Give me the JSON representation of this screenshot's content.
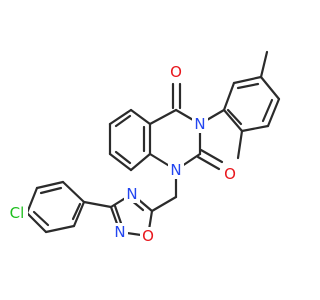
{
  "molecule": {
    "atoms": {
      "o_carbonyl_c4": {
        "symbol": "O",
        "color": "#e8161c"
      },
      "o_carbonyl_c2": {
        "symbol": "O",
        "color": "#e8161c"
      },
      "n3_quinazoline": {
        "symbol": "N",
        "color": "#2346f0"
      },
      "n1_quinazoline": {
        "symbol": "N",
        "color": "#2346f0"
      },
      "n_oxadiazole_4": {
        "symbol": "N",
        "color": "#2346f0"
      },
      "n_oxadiazole_2": {
        "symbol": "N",
        "color": "#2346f0"
      },
      "o_oxadiazole": {
        "symbol": "O",
        "color": "#e8161c"
      },
      "cl_chlorophenyl": {
        "symbol": "Cl",
        "color": "#1fbf1f"
      }
    },
    "bond_color": "#2b2b2b",
    "background": "#ffffff"
  }
}
